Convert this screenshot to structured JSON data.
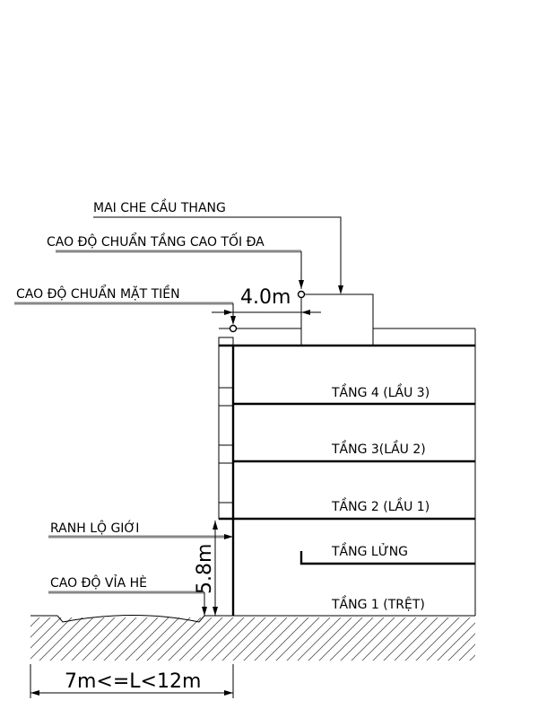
{
  "diagram": {
    "labels": {
      "stair_cover": "MAI CHE CẦU THANG",
      "max_height_datum": "CAO ĐỘ CHUẨN TẦNG CAO TỐI ĐA",
      "facade_datum": "CAO ĐỘ CHUẨN MẶT TIỀN",
      "setback": "4.0m",
      "boundary": "RANH LỘ GIỚI",
      "sidewalk": "CAO ĐỘ VỈA HÈ",
      "ground_floor_height": "5.8m",
      "street_width": "7m<=L<12m"
    },
    "floors": [
      "TẦNG 4 (LẦU 3)",
      "TẦNG 3(LẦU 2)",
      "TẦNG 2 (LẦU 1)",
      "TẦNG LỬNG",
      "TẦNG 1 (TRỆT)"
    ]
  }
}
